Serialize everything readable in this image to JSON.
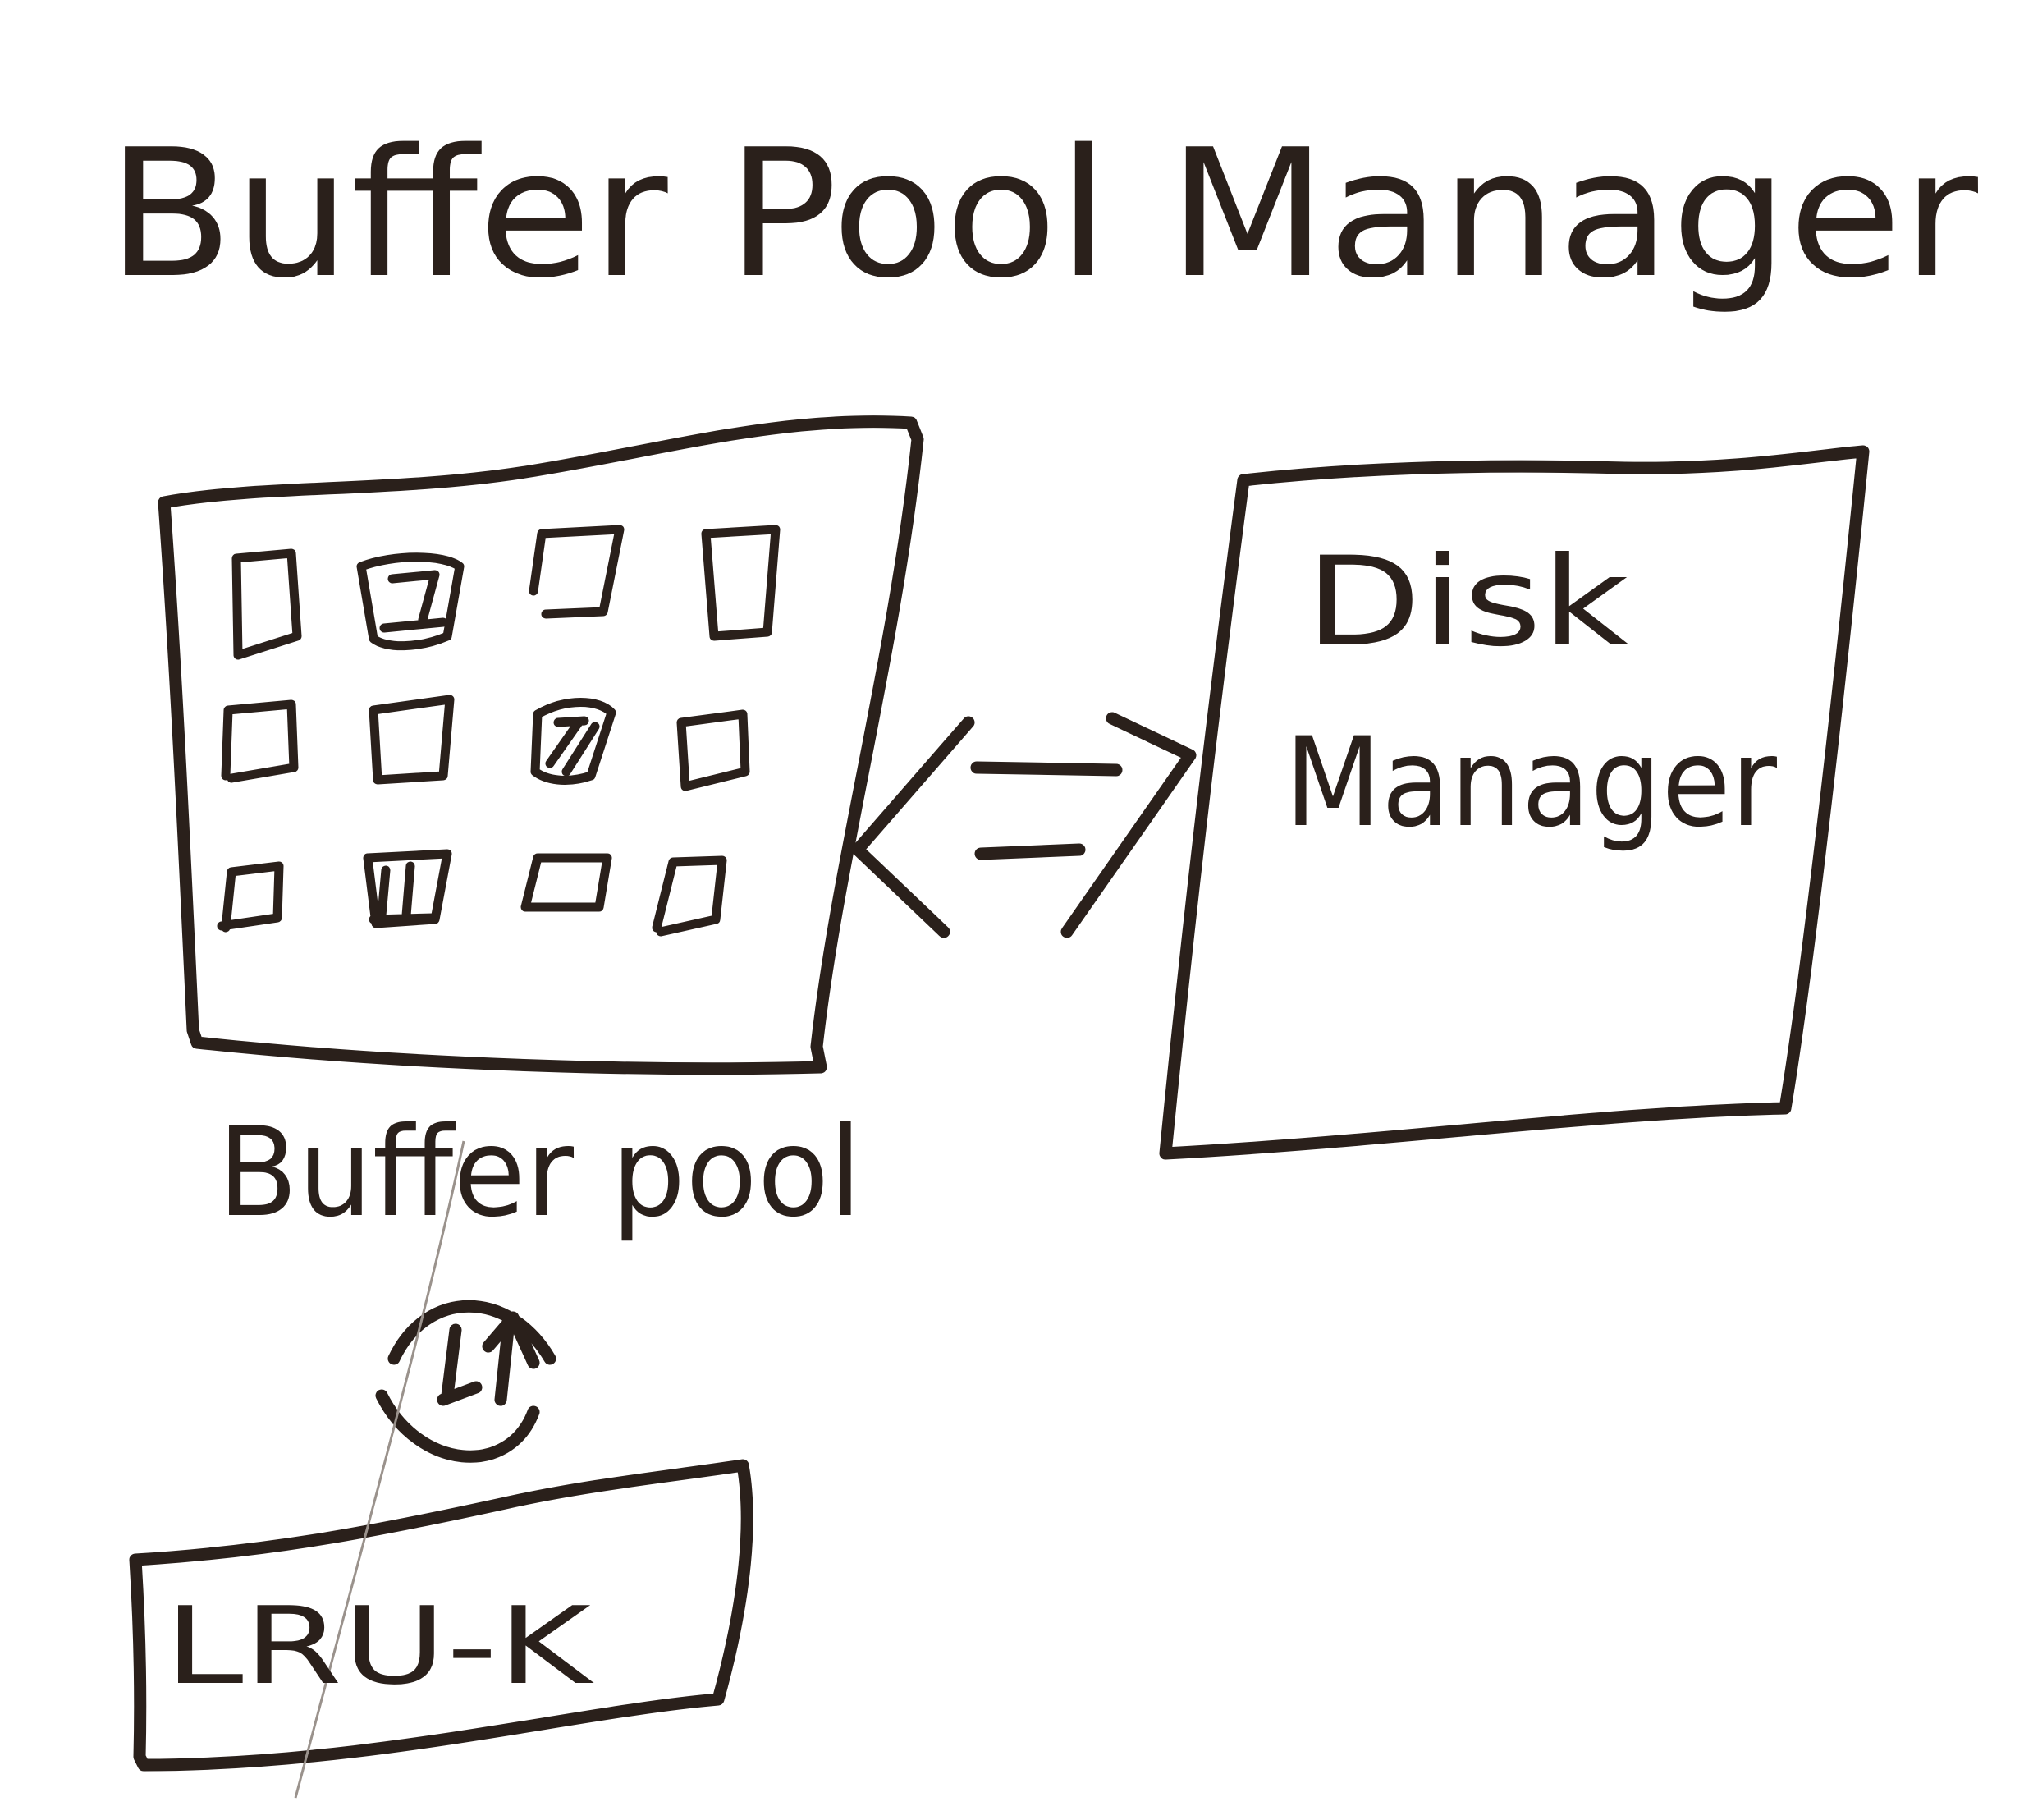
{
  "title": "Buffer Pool Manager",
  "buffer_pool": {
    "label": "Buffer pool",
    "frame_rows": 3,
    "frame_cols": 4
  },
  "disk_manager": {
    "line1": "Disk",
    "line2": "Manager"
  },
  "replacer": {
    "label": "LRU-K"
  },
  "colors": {
    "ink": "#2a201b",
    "paper": "#ffffff"
  }
}
